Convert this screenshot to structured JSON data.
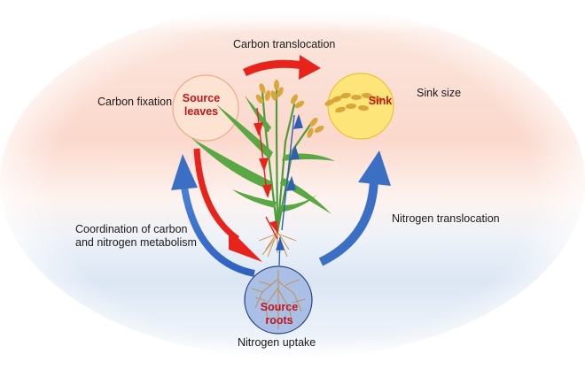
{
  "labels": {
    "carbon_translocation": "Carbon translocation",
    "carbon_fixation": "Carbon fixation",
    "sink_size": "Sink size",
    "coordination_line1": "Coordination of carbon",
    "coordination_line2": "and nitrogen metabolism",
    "nitrogen_translocation": "Nitrogen translocation",
    "nitrogen_uptake": "Nitrogen uptake"
  },
  "nodes": {
    "source_leaves": {
      "line1": "Source",
      "line2": "leaves"
    },
    "sink": {
      "line1": "Sink"
    },
    "source_roots": {
      "line1": "Source",
      "line2": "roots"
    }
  },
  "colors": {
    "carbon_arrow": "#e8231c",
    "nitrogen_arrow": "#3a6fc4",
    "node_text": "#c0161b",
    "leaves_fill": "#fde4d2",
    "sink_fill": "#fde57a",
    "roots_fill": "#a9bfe6"
  }
}
